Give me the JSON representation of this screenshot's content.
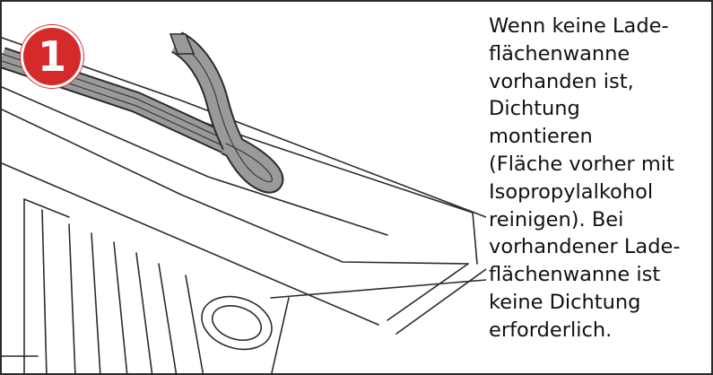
{
  "step": {
    "number": "1",
    "badge_color": "#d42a2a"
  },
  "instruction": {
    "text": "Wenn keine Lade-\nflächenwanne\nvorhanden ist,\nDichtung\nmontieren\n(Fläche vorher mit\nIsopropylalkohol\nreinigen). Bei\nvorhandener Lade-\nflächenwanne ist\nkeine Dichtung\nerforderlich."
  },
  "illustration": {
    "subject": "seal-strip-on-truck-bed-rail",
    "seal_color": "#9a9a9a",
    "line_color": "#2b2b2b"
  }
}
